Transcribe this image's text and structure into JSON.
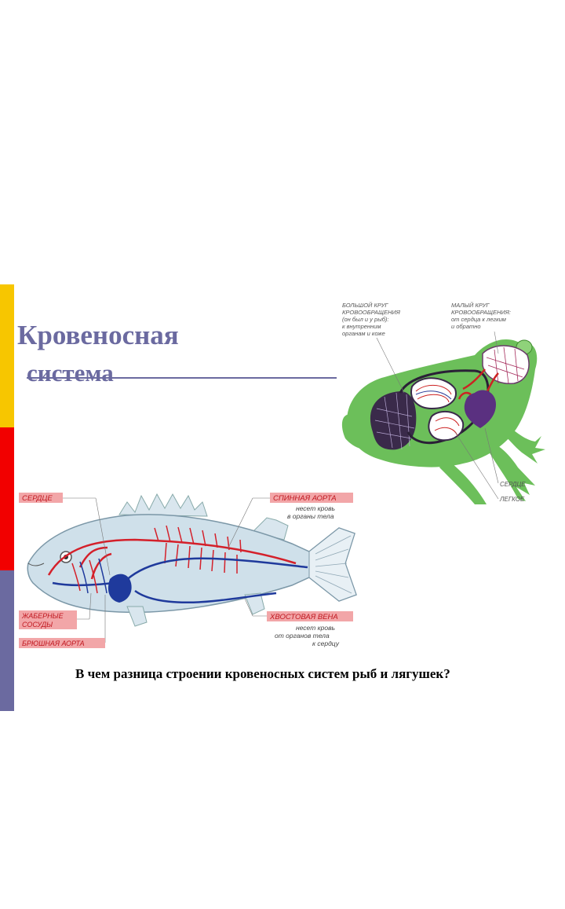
{
  "slide": {
    "title_line1": "Кровеносная",
    "title_line2": "система",
    "question": "В чем разница строении кровеносных систем рыб и лягушек?"
  },
  "frog": {
    "big_circle": [
      "БОЛЬШОЙ КРУГ",
      "КРОВООБРАЩЕНИЯ",
      "(он был и у рыб):",
      "к внутренним",
      "органам и коже"
    ],
    "small_circle": [
      "МАЛЫЙ КРУГ",
      "КРОВООБРАЩЕНИЯ:",
      "от сердца к легким",
      "и обратно"
    ],
    "heart": "СЕРДЦЕ",
    "lung": "ЛЕГКОЕ"
  },
  "fish": {
    "heart": "СЕРДЦЕ",
    "dorsal_aorta": "СПИННАЯ АОРТА",
    "dorsal_aorta_desc": [
      "несет кровь",
      "в органы тела"
    ],
    "gill_vessels": [
      "ЖАБЕРНЫЕ",
      "СОСУДЫ"
    ],
    "ventral_aorta": "БРЮШНАЯ АОРТА",
    "tail_vein": "ХВОСТОВАЯ ВЕНА",
    "tail_vein_desc": [
      "несет кровь",
      "от органов тела",
      "к сердцу"
    ]
  },
  "colors": {
    "accent": "#6b6aa0",
    "bar_yellow": "#f7c600",
    "bar_red": "#f20000",
    "label_bg": "#f2a6a8",
    "artery": "#d4202a",
    "vein": "#1f3a9c",
    "frog_body": "#6cbf5a",
    "fish_body": "#cfe0ea"
  }
}
